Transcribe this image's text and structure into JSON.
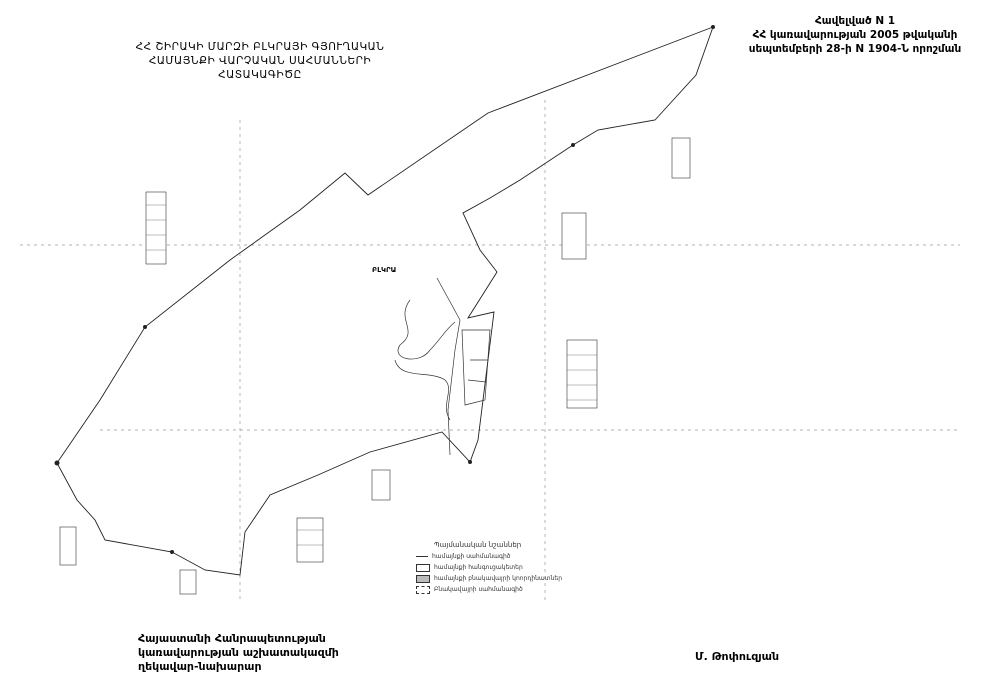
{
  "annex": {
    "line1": "Հավելված N 1",
    "line2": "ՀՀ կառավարության 2005 թվականի",
    "line3": "սեպտեմբերի 28-ի N 1904-Ն որոշման"
  },
  "map_title": {
    "line1": "ՀՀ ՇԻՐԱԿԻ ՄԱՐԶԻ ԲԼԿՐԱՅԻ ԳՅՈՒՂԱԿԱՆ",
    "line2": "ՀԱՄԱՅՆՔԻ ՎԱՐՉԱԿԱՆ ՍԱՀՄԱՆՆԵՐԻ",
    "line3": "ՀԱՏԱԿԱԳԻԾԸ"
  },
  "settlement_label": "ԲԼԿՐԱ",
  "legend": {
    "title": "Պայմանական նշաններ",
    "items": [
      "համայնքի սահմանագիծ",
      "համայնքի հանգուցակետեր",
      "համայնքի բնակավայրի կոորդինատներ",
      "Բնակավայրի սահմանագիծ"
    ]
  },
  "signature": {
    "line1": "Հայաստանի Հանրապետության",
    "line2": "կառավարության աշխատակազմի",
    "line3": "ղեկավար-նախարար",
    "name": "Մ. Թոփուզյան"
  }
}
